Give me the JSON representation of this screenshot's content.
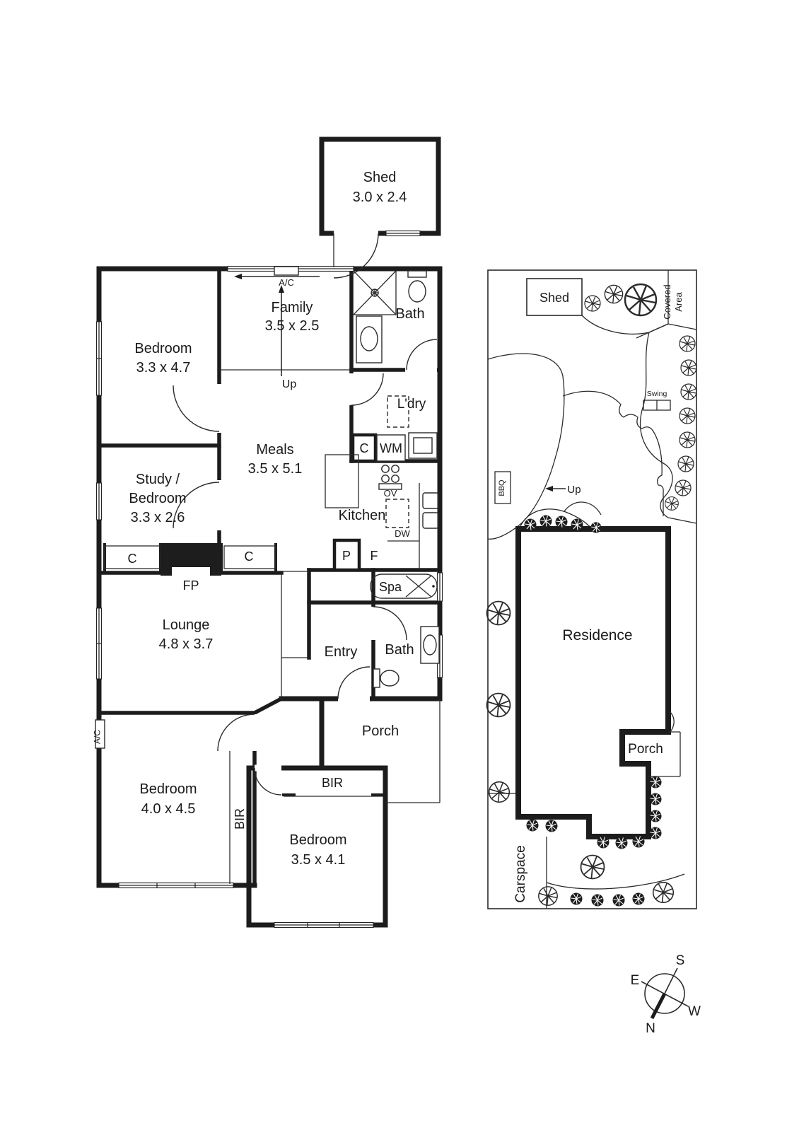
{
  "floorplan": {
    "shed": {
      "name": "Shed",
      "dims": "3.0 x 2.4"
    },
    "rooms": {
      "bedroom1": {
        "name": "Bedroom",
        "dims": "3.3 x 4.7"
      },
      "family": {
        "name": "Family",
        "dims": "3.5 x 2.5"
      },
      "bath1": {
        "name": "Bath"
      },
      "laundry": {
        "name": "L'dry"
      },
      "meals": {
        "name": "Meals",
        "dims": "3.5 x 5.1"
      },
      "study": {
        "line1": "Study /",
        "line2": "Bedroom",
        "dims": "3.3 x 2.6"
      },
      "kitchen": {
        "name": "Kitchen"
      },
      "lounge": {
        "name": "Lounge",
        "dims": "4.8 x 3.7"
      },
      "entry": {
        "name": "Entry"
      },
      "bath2": {
        "name": "Bath"
      },
      "porch": {
        "name": "Porch"
      },
      "bedroom3": {
        "name": "Bedroom",
        "dims": "4.0 x 4.5"
      },
      "bedroom4": {
        "name": "Bedroom",
        "dims": "3.5 x 4.1"
      }
    },
    "labels": {
      "ac": "A/C",
      "up": "Up",
      "closet": "C",
      "wm": "WM",
      "oven": "OV",
      "dishwasher": "DW",
      "pantry": "P",
      "fridge": "F",
      "fireplace": "FP",
      "spa": "Spa",
      "bir": "BIR"
    }
  },
  "siteplan": {
    "shed": "Shed",
    "covered_line1": "Covered",
    "covered_line2": "Area",
    "swing": "Swing",
    "bbq": "BBQ",
    "up": "Up",
    "residence": "Residence",
    "porch": "Porch",
    "carspace": "Carspace"
  },
  "compass": {
    "n": "N",
    "s": "S",
    "e": "E",
    "w": "W"
  }
}
